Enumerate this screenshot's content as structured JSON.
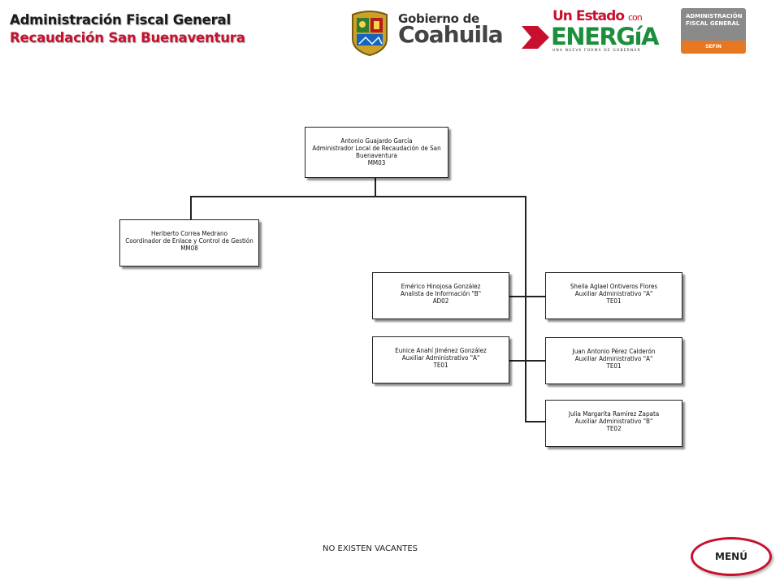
{
  "header": {
    "title_line1": "Administración Fiscal General",
    "title_line2": "Recaudación San Buenaventura"
  },
  "logos": {
    "gobierno_small": "Gobierno de",
    "gobierno_big": "Coahuila",
    "energia_top": "Un Estado",
    "energia_con": "con",
    "energia_big": "ENERGíA",
    "energia_sub": "UNA NUEVA FORMA DE GOBERNAR",
    "afg_line1": "ADMINISTRACIÓN",
    "afg_line2": "FISCAL GENERAL",
    "afg_bottom": "SEFIN"
  },
  "org": {
    "head": {
      "name": "Antonio Guajardo García",
      "role": "Administrador Local de Recaudación de San Buenaventura",
      "code": "MM03"
    },
    "coordinator": {
      "name": "Heriberto Correa Medrano",
      "role": "Coordinador de Enlace y Control de Gestión",
      "code": "MM08"
    },
    "staff": [
      {
        "name": "Emérico Hinojosa González",
        "role": "Analista de Información \"B\"",
        "code": "AD02"
      },
      {
        "name": "Eunice Anahí Jiménez González",
        "role": "Auxiliar Administrativo \"A\"",
        "code": "TE01"
      },
      {
        "name": "Sheila Aglael Ontiveros Flores",
        "role": "Auxiliar Administrativo \"A\"",
        "code": "TE01"
      },
      {
        "name": "Juan Antonio Pérez Calderón",
        "role": "Auxiliar Administrativo \"A\"",
        "code": "TE01"
      },
      {
        "name": "Julia Margarita Ramírez Zapata",
        "role": "Auxiliar Administrativo \"B\"",
        "code": "TE02"
      }
    ]
  },
  "footer": {
    "vacancy_note": "NO EXISTEN VACANTES",
    "menu_label": "MENÚ"
  }
}
